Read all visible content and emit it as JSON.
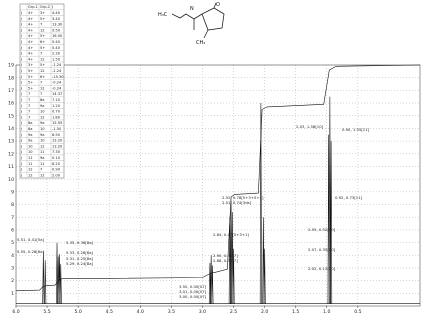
{
  "chart_data": {
    "type": "line",
    "title": "",
    "xlabel": "",
    "ylabel": "",
    "xlim": [
      6.0,
      -0.5
    ],
    "ylim": [
      0,
      19
    ],
    "x_ticks": [
      "6.0",
      "5.5",
      "5.0",
      "4.5",
      "4.0",
      "3.5",
      "3.0",
      "2.5",
      "2.0",
      "1.5",
      "1.0",
      "0.5"
    ],
    "x_tick_values": [
      6.0,
      5.5,
      5.0,
      4.5,
      4.0,
      3.5,
      3.0,
      2.5,
      2.0,
      1.5,
      1.0,
      0.5
    ],
    "y_ticks": [
      "1",
      "2",
      "3",
      "4",
      "5",
      "6",
      "7",
      "8",
      "9",
      "10",
      "11",
      "12",
      "13",
      "14",
      "15",
      "16",
      "17",
      "18",
      "19"
    ],
    "y_tick_values": [
      1,
      2,
      3,
      4,
      5,
      6,
      7,
      8,
      9,
      10,
      11,
      12,
      13,
      14,
      15,
      16,
      17,
      18,
      19
    ],
    "grid": true,
    "peaks": [
      {
        "x": 5.56,
        "h": 4.3
      },
      {
        "x": 5.53,
        "h": 3.6
      },
      {
        "x": 5.34,
        "h": 5.0
      },
      {
        "x": 5.32,
        "h": 3.9
      },
      {
        "x": 5.3,
        "h": 4.1
      },
      {
        "x": 5.28,
        "h": 3.3
      },
      {
        "x": 2.88,
        "h": 3.4
      },
      {
        "x": 2.86,
        "h": 4.0
      },
      {
        "x": 2.84,
        "h": 3.2
      },
      {
        "x": 2.56,
        "h": 7.0
      },
      {
        "x": 2.54,
        "h": 8.3
      },
      {
        "x": 2.52,
        "h": 7.4
      },
      {
        "x": 2.5,
        "h": 4.5
      },
      {
        "x": 2.06,
        "h": 16.0
      },
      {
        "x": 2.02,
        "h": 7.0
      },
      {
        "x": 2.0,
        "h": 4.5
      },
      {
        "x": 0.97,
        "h": 13.5
      },
      {
        "x": 0.95,
        "h": 16.5
      },
      {
        "x": 0.93,
        "h": 13.0
      }
    ],
    "integral": [
      [
        6.0,
        1.2
      ],
      [
        5.62,
        1.25
      ],
      [
        5.56,
        1.55
      ],
      [
        5.5,
        1.6
      ],
      [
        5.37,
        1.65
      ],
      [
        5.3,
        2.1
      ],
      [
        5.25,
        2.15
      ],
      [
        3.0,
        2.25
      ],
      [
        2.86,
        2.6
      ],
      [
        2.8,
        2.65
      ],
      [
        2.6,
        2.9
      ],
      [
        2.54,
        8.6
      ],
      [
        2.48,
        8.8
      ],
      [
        2.1,
        8.9
      ],
      [
        2.04,
        15.5
      ],
      [
        1.96,
        15.7
      ],
      [
        1.05,
        15.9
      ],
      [
        0.96,
        18.6
      ],
      [
        0.85,
        18.9
      ],
      [
        -0.5,
        19.0
      ]
    ],
    "peak_labels": [
      "5.51, 0.41[5a]",
      "5.55, 0.28[6a]",
      "5.35, 0.36[8a]",
      "5.33, 0.28[8a]",
      "5.31, 0.25[8a]",
      "5.29, 0.24[8a]",
      "3.50, 0.00[07]",
      "3.01, 0.00[07]",
      "3.00, 0.00[07]",
      "2.90, 0.34[7]",
      "2.88, 0.34[7]",
      "2.84, 0.47[5+3+1]",
      "2.52, 0.78[5+3+5+1]",
      "2.51, 0.74[3ds]",
      "2.55, 0.52[10]",
      "2.07, 0.35[10]",
      "2.02, 0.13[10]",
      "2.03, 1.58[10]",
      "0.90, 1.55[11]",
      "0.92, 0.73[11]"
    ],
    "table": {
      "headers": [
        "",
        "Grp.1",
        "Grp.2",
        "J"
      ],
      "rows": [
        [
          "J",
          "4+",
          "3+",
          "4.40"
        ],
        [
          "J",
          "4+",
          "5+",
          "3.40"
        ],
        [
          "J",
          "4+",
          "7",
          "13.30"
        ],
        [
          "J",
          "4+",
          "12",
          "9.50"
        ],
        [
          "J",
          "4+",
          "5+",
          "16.00"
        ],
        [
          "J",
          "4+",
          "6+",
          "5.40"
        ],
        [
          "J",
          "4+",
          "5+",
          "5.40"
        ],
        [
          "J",
          "4+",
          "7",
          "2.30"
        ],
        [
          "J",
          "4+",
          "12",
          "1.50"
        ],
        [
          "J",
          "3+",
          "5+",
          "-1.24"
        ],
        [
          "J",
          "5+",
          "12",
          "-1.24"
        ],
        [
          "J",
          "5+",
          "6+",
          "-15.30"
        ],
        [
          "J",
          "5+",
          "7",
          "-0.24"
        ],
        [
          "J",
          "5+",
          "12",
          "-0.24"
        ],
        [
          "J",
          "7",
          "7",
          "14.37"
        ],
        [
          "J",
          "7",
          "8a",
          "7.10"
        ],
        [
          "J",
          "7",
          "9a",
          "1.20"
        ],
        [
          "J",
          "7",
          "10",
          "0.70"
        ],
        [
          "J",
          "7",
          "12",
          "1.80"
        ],
        [
          "J",
          "8a",
          "9a",
          "15.55"
        ],
        [
          "J",
          "8a",
          "10",
          "-1.50"
        ],
        [
          "J",
          "9a",
          "9a",
          "6.50"
        ],
        [
          "J",
          "9a",
          "10",
          "13.20"
        ],
        [
          "J",
          "10",
          "12",
          "13.20"
        ],
        [
          "J",
          "10",
          "11",
          "7.30"
        ],
        [
          "J",
          "11",
          "9a",
          "0.10"
        ],
        [
          "J",
          "11",
          "11",
          "6.20"
        ],
        [
          "J",
          "12",
          "7",
          "0.90"
        ],
        [
          "J",
          "12",
          "12",
          "2.00"
        ]
      ]
    },
    "molecule_labels": [
      "H₃C",
      "N",
      "O",
      "CH₃"
    ]
  }
}
